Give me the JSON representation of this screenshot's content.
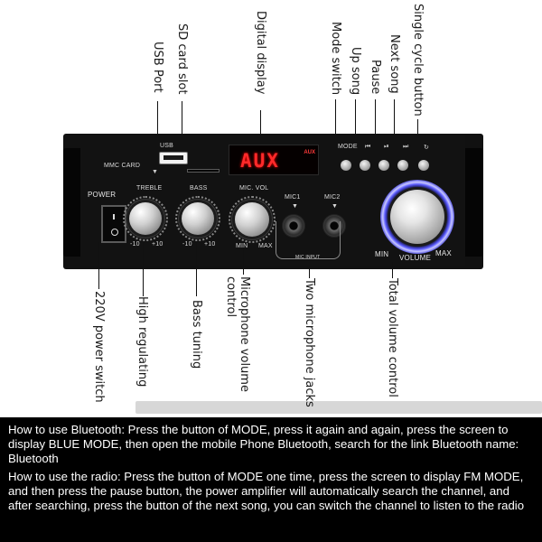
{
  "labels": {
    "usb_port": "USB Port",
    "sd_card_slot": "SD card slot",
    "digital_display": "Digital display",
    "mode_switch": "Mode switch",
    "up_song": "Up song",
    "pause": "Pause",
    "next_song": "Next song",
    "single_cycle_button": "Single cycle button",
    "power_switch": "220V power switch",
    "high_regulating": "High regulating",
    "bass_tuning": "Bass tuning",
    "microphone_volume_control": "Microphone volume control",
    "two_microphone_jacks": "Two microphone jacks",
    "total_volume_control": "Total volume control"
  },
  "panel": {
    "usb": "USB",
    "mmc_card": "MMC CARD",
    "display_text": "AUX",
    "display_tag": "AUX",
    "mode": "MODE",
    "power": "POWER",
    "treble": "TREBLE",
    "bass": "BASS",
    "mic_vol": "MIC. VOL",
    "mic1": "MIC1",
    "mic2": "MIC2",
    "min": "MIN",
    "max": "MAX",
    "minus10": "-10",
    "plus10": "+10",
    "volume": "VOLUME",
    "vol_min": "MIN",
    "vol_max": "MAX",
    "mic_input": "MIC INPUT"
  },
  "instructions": {
    "bluetooth": "How to use Bluetooth: Press the button of MODE, press it again and again, press the screen to display BLUE MODE, then open the mobile Phone Bluetooth, search for the link Bluetooth name: Bluetooth",
    "radio": "How to use the radio: Press the button of MODE one time, press the screen to display FM MODE, and then press the pause button, the power amplifier will automatically search the channel, and after searching, press the button of the next song, you can switch the channel to listen to the radio"
  },
  "colors": {
    "caption_background": "#000000",
    "caption_text": "#ffffff",
    "display_led": "#ff2a2a",
    "volume_ring_glow": "#5a5aff"
  }
}
